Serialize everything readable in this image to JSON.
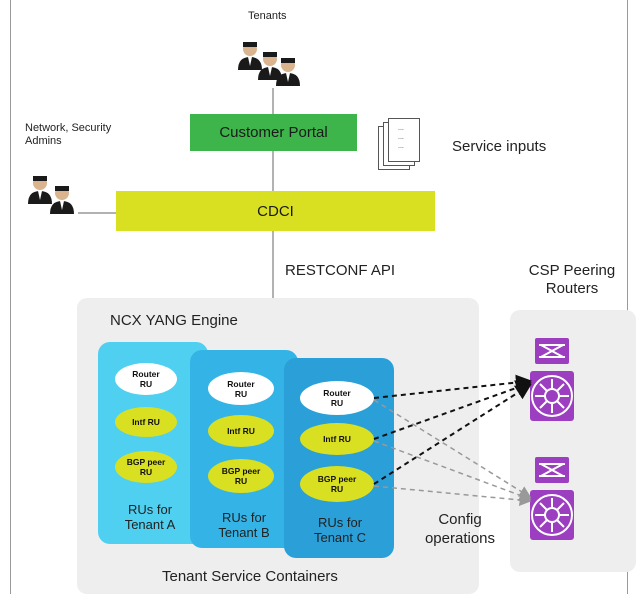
{
  "labels": {
    "tenants": "Tenants",
    "admins": "Network, Security\nAdmins",
    "customer_portal": "Customer Portal",
    "service_inputs": "Service inputs",
    "doc_lines": "...\n...\n...",
    "cdci": "CDCI",
    "restconf": "RESTCONF API",
    "csp_peering": "CSP Peering\nRouters",
    "ncx_engine": "NCX YANG Engine",
    "config_operations": "Config\noperations",
    "tenant_service_containers": "Tenant Service Containers"
  },
  "tenants": [
    {
      "router": "Router\nRU",
      "intf": "Intf RU",
      "bgp": "BGP peer\nRU",
      "label": "RUs for\nTenant A"
    },
    {
      "router": "Router\nRU",
      "intf": "Intf RU",
      "bgp": "BGP peer\nRU",
      "label": "RUs for\nTenant B"
    },
    {
      "router": "Router\nRU",
      "intf": "Intf RU",
      "bgp": "BGP peer\nRU",
      "label": "RUs for\nTenant C"
    }
  ],
  "colors": {
    "portal_green": "#3db54a",
    "cdci_yellow": "#d9e021",
    "tenant_a": "#4fd0f0",
    "tenant_b": "#34b4e6",
    "tenant_c": "#2a9fd8",
    "router_purple": "#9b3fc0"
  },
  "icons": [
    "person-icon",
    "document-stack-icon",
    "router-icon"
  ]
}
